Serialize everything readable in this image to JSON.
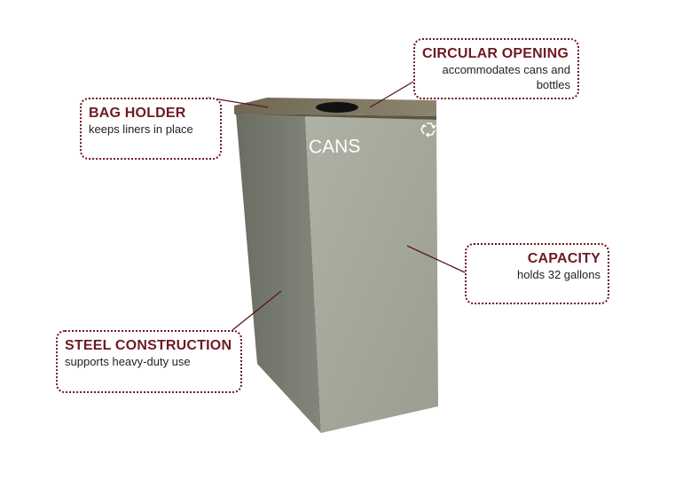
{
  "bin": {
    "label": "CANS",
    "icon": "recycle-icon",
    "colors": {
      "front": "#a4a89a",
      "side": "#74776b",
      "lid": "#7f7660",
      "lid_edge": "#5c5544",
      "opening": "#111111",
      "label_text": "#ffffff"
    }
  },
  "callouts": {
    "bag_holder": {
      "title": "BAG HOLDER",
      "desc": "keeps liners in place"
    },
    "circular_opening": {
      "title": "CIRCULAR OPENING",
      "desc": "accommodates cans and bottles"
    },
    "capacity": {
      "title": "CAPACITY",
      "desc": "holds 32 gallons"
    },
    "steel_construction": {
      "title": "STEEL CONSTRUCTION",
      "desc": "supports heavy-duty use"
    }
  },
  "colors": {
    "accent": "#6e1a24",
    "leader": "#5a1520"
  }
}
